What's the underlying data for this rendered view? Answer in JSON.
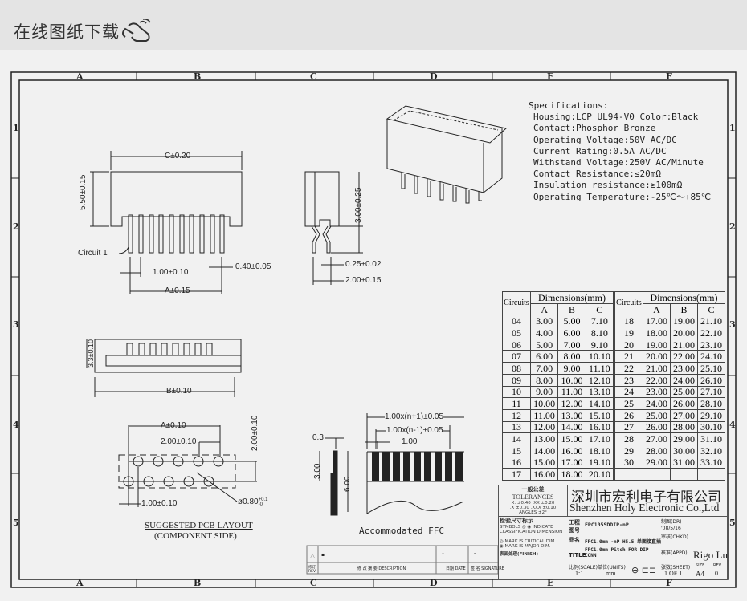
{
  "header": {
    "title": "在线图纸下载",
    "icon": "hand-pointer-icon"
  },
  "frame": {
    "columns": [
      "A",
      "B",
      "C",
      "D",
      "E",
      "F"
    ],
    "rows": [
      "1",
      "2",
      "3",
      "4",
      "5"
    ]
  },
  "specifications": {
    "heading": "Specifications:",
    "lines": [
      "Housing:LCP UL94-V0 Color:Black",
      "Contact:Phosphor Bronze",
      "Operating Voltage:50V AC/DC",
      "Current Rating:0.5A AC/DC",
      "Withstand Voltage:250V AC/Minute",
      "Contact Resistance:≤20mΩ",
      "Insulation resistance:≥100mΩ",
      "Operating Temperature:-25℃～+85℃"
    ]
  },
  "front_view": {
    "c_dim": "C±0.20",
    "height_dim": "5.50±0.15",
    "circuit_label": "Circuit 1",
    "pitch_dim": "1.00±0.10",
    "pin_width_dim": "0.40±0.05",
    "a_dim": "A±0.15"
  },
  "side_view": {
    "height_dim": "3.00±0.25",
    "thickness_dim": "0.25±0.02",
    "spacing_dim": "2.00±0.15"
  },
  "bottom_view": {
    "height_dim": "3.3±0.10",
    "b_dim": "B±0.10"
  },
  "pcb_layout": {
    "a_dim": "A±0.10",
    "row_pitch_dim": "2.00±0.10",
    "vertical_dim": "2.00±0.10",
    "pitch_dim": "1.00±0.10",
    "hole_dim": "ø0.80",
    "hole_tol_upper": "+0.1",
    "hole_tol_lower": "-0",
    "title": "SUGGESTED PCB LAYOUT",
    "subtitle": "(COMPONENT SIDE)"
  },
  "ffc": {
    "thickness": "0.3",
    "contact_len": "3.00",
    "width": "6.00",
    "dim1": "1.00x(n+1)±0.05",
    "dim2": "1.00x(n-1)±0.05",
    "pitch": "1.00",
    "caption": "Accommodated FFC"
  },
  "dimension_table": {
    "header": {
      "circuits": "Circuits",
      "dimensions": "Dimensions(mm)",
      "cols": [
        "A",
        "B",
        "C"
      ]
    },
    "left": [
      [
        "04",
        "3.00",
        "5.00",
        "7.10"
      ],
      [
        "05",
        "4.00",
        "6.00",
        "8.10"
      ],
      [
        "06",
        "5.00",
        "7.00",
        "9.10"
      ],
      [
        "07",
        "6.00",
        "8.00",
        "10.10"
      ],
      [
        "08",
        "7.00",
        "9.00",
        "11.10"
      ],
      [
        "09",
        "8.00",
        "10.00",
        "12.10"
      ],
      [
        "10",
        "9.00",
        "11.00",
        "13.10"
      ],
      [
        "11",
        "10.00",
        "12.00",
        "14.10"
      ],
      [
        "12",
        "11.00",
        "13.00",
        "15.10"
      ],
      [
        "13",
        "12.00",
        "14.00",
        "16.10"
      ],
      [
        "14",
        "13.00",
        "15.00",
        "17.10"
      ],
      [
        "15",
        "14.00",
        "16.00",
        "18.10"
      ],
      [
        "16",
        "15.00",
        "17.00",
        "19.10"
      ],
      [
        "17",
        "16.00",
        "18.00",
        "20.10"
      ]
    ],
    "right": [
      [
        "18",
        "17.00",
        "19.00",
        "21.10"
      ],
      [
        "19",
        "18.00",
        "20.00",
        "22.10"
      ],
      [
        "20",
        "19.00",
        "21.00",
        "23.10"
      ],
      [
        "21",
        "20.00",
        "22.00",
        "24.10"
      ],
      [
        "22",
        "21.00",
        "23.00",
        "25.10"
      ],
      [
        "23",
        "22.00",
        "24.00",
        "26.10"
      ],
      [
        "24",
        "23.00",
        "25.00",
        "27.10"
      ],
      [
        "25",
        "24.00",
        "26.00",
        "28.10"
      ],
      [
        "26",
        "25.00",
        "27.00",
        "29.10"
      ],
      [
        "27",
        "26.00",
        "28.00",
        "30.10"
      ],
      [
        "28",
        "27.00",
        "29.00",
        "31.10"
      ],
      [
        "29",
        "28.00",
        "30.00",
        "32.10"
      ],
      [
        "30",
        "29.00",
        "31.00",
        "33.10"
      ],
      [
        "",
        "",
        "",
        ""
      ]
    ]
  },
  "title_block": {
    "tolerances_cn": "一般公差",
    "tolerances": "TOLERANCES",
    "tol1": "X. ±0.40  .XX ±0.20",
    "tol2": ".X ±0.30  .XXX ±0.10",
    "tol3": "ANGLES  ±2°",
    "company_cn": "深圳市宏利电子有限公司",
    "company_en": "Shenzhen Holy Electronic Co.,Ltd",
    "inspect_cn": "检验尺寸标示",
    "symbols": "SYMBOLS ◎ ◉ INDICATE",
    "classification": "CLASSIFICATION DIMENSION",
    "mark_critical": "◎ MARK IS CRITICAL DIM.",
    "mark_major": "◉ MARK IS MAJOR DIM.",
    "drawing_no_label": "工程图号",
    "drawing_no": "FPC105SDDIP-nP",
    "drawn_label": "制图(DR)",
    "drawn_date": "'08/5/16",
    "product_label": "品名",
    "product": "FPC1.0mm -nP H5.5 单面接直插",
    "checked_label": "审核(CHKD)",
    "title_label": "TITLE",
    "title": "FPC1.0mm Pitch  FOR DIP CONN",
    "approved_label": "核准(APPD)",
    "approved": "Rigo Lu",
    "finish_label": "表面处理(FINISH)",
    "scale_label": "比例(SCALE)",
    "scale": "1:1",
    "units_label": "单位(UNITS)",
    "units": "mm",
    "sheet_label": "张数(SHEET)",
    "sheet": "1 OF 1",
    "size_label": "SIZE",
    "size": "A4",
    "rev_label": "REV",
    "rev": "0"
  },
  "revision_block": {
    "rev_label": "修订 REV",
    "desc_label": "修 改 摘 要 DESCRIPTION",
    "date_label": "日期 DATE",
    "sign_label": "签 名 SIGNATURE",
    "row_mark": "▪",
    "dash1": "–",
    "dash2": "-"
  }
}
